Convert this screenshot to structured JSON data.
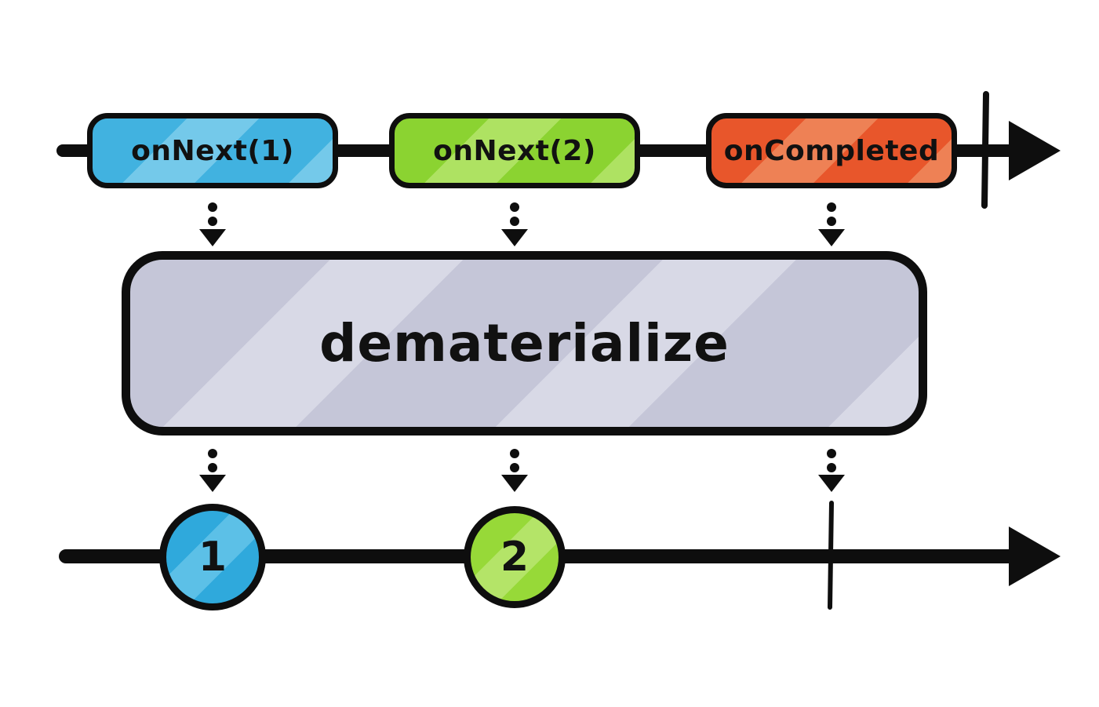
{
  "diagram": {
    "operator": {
      "label": "dematerialize",
      "fill_color": "#c5c6d8",
      "highlight_color": "#d8d9e6",
      "border_color": "#0e0e0e"
    },
    "input_stream": {
      "events": [
        {
          "label": "onNext(1)",
          "color": "#41b2e0"
        },
        {
          "label": "onNext(2)",
          "color": "#8bd331"
        },
        {
          "label": "onCompleted",
          "color": "#e8562b"
        }
      ],
      "completed": true
    },
    "output_stream": {
      "marbles": [
        {
          "label": "1",
          "color": "#2fa9dc"
        },
        {
          "label": "2",
          "color": "#97d938"
        }
      ],
      "completed": true
    },
    "line_color": "#0e0e0e",
    "background_color": "#ffffff"
  }
}
